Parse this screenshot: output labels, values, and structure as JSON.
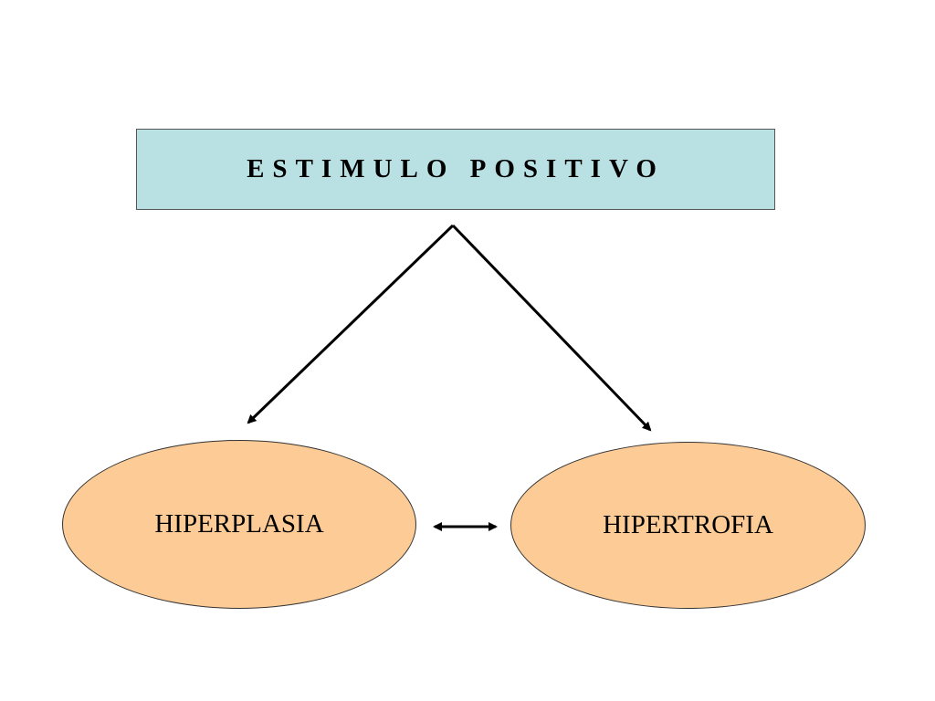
{
  "diagram": {
    "top_box": {
      "label": "ESTIMULO POSITIVO",
      "fill": "#b9e0e3"
    },
    "nodes": [
      {
        "label": "HIPERPLASIA",
        "fill": "#fccb96"
      },
      {
        "label": "HIPERTROFIA",
        "fill": "#fccb96"
      }
    ],
    "edges": [
      {
        "from": "ESTIMULO POSITIVO",
        "to": "HIPERPLASIA",
        "type": "arrow"
      },
      {
        "from": "ESTIMULO POSITIVO",
        "to": "HIPERTROFIA",
        "type": "arrow"
      },
      {
        "from": "HIPERPLASIA",
        "to": "HIPERTROFIA",
        "type": "double-arrow"
      }
    ]
  }
}
